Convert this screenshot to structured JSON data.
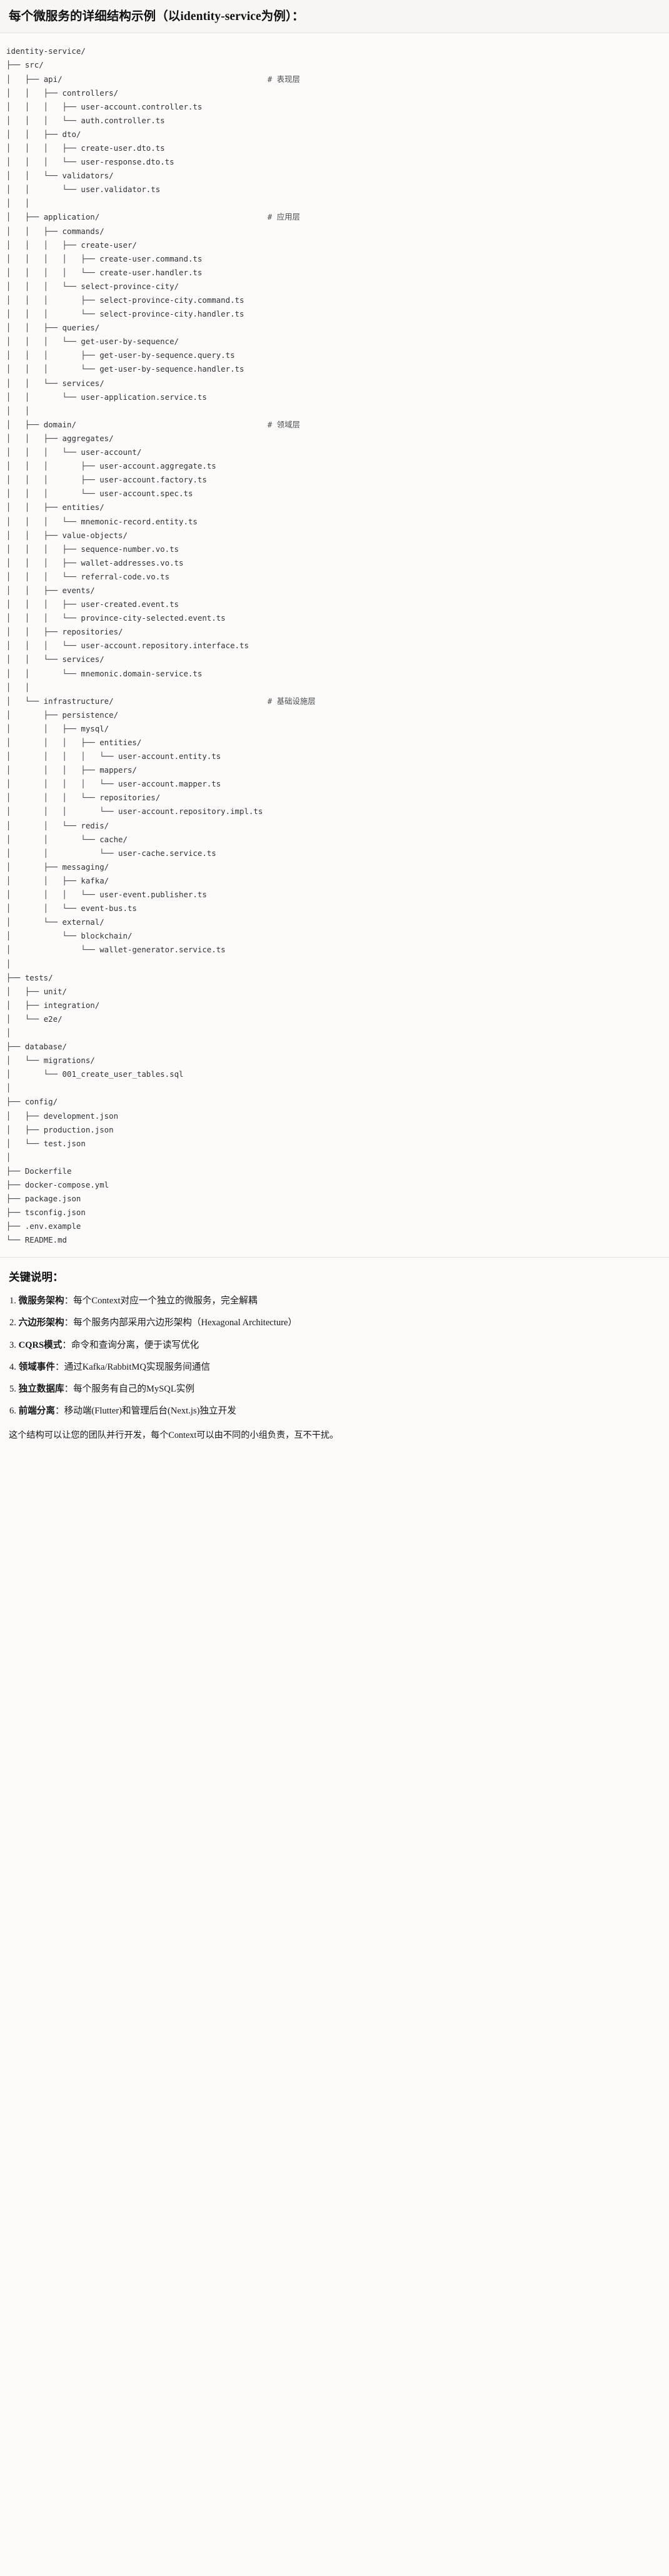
{
  "header": {
    "title": "每个微服务的详细结构示例（以identity-service为例）："
  },
  "tree": {
    "root_label": "identity-service/",
    "comment_column": 56,
    "lines": [
      {
        "prefix": "",
        "name": "identity-service/",
        "comment": ""
      },
      {
        "prefix": "├── ",
        "name": "src/",
        "comment": ""
      },
      {
        "prefix": "│   ├── ",
        "name": "api/",
        "comment": "# 表现层"
      },
      {
        "prefix": "│   │   ├── ",
        "name": "controllers/",
        "comment": ""
      },
      {
        "prefix": "│   │   │   ├── ",
        "name": "user-account.controller.ts",
        "comment": ""
      },
      {
        "prefix": "│   │   │   └── ",
        "name": "auth.controller.ts",
        "comment": ""
      },
      {
        "prefix": "│   │   ├── ",
        "name": "dto/",
        "comment": ""
      },
      {
        "prefix": "│   │   │   ├── ",
        "name": "create-user.dto.ts",
        "comment": ""
      },
      {
        "prefix": "│   │   │   └── ",
        "name": "user-response.dto.ts",
        "comment": ""
      },
      {
        "prefix": "│   │   └── ",
        "name": "validators/",
        "comment": ""
      },
      {
        "prefix": "│   │       └── ",
        "name": "user.validator.ts",
        "comment": ""
      },
      {
        "prefix": "│   │",
        "name": "",
        "comment": ""
      },
      {
        "prefix": "│   ├── ",
        "name": "application/",
        "comment": "# 应用层"
      },
      {
        "prefix": "│   │   ├── ",
        "name": "commands/",
        "comment": ""
      },
      {
        "prefix": "│   │   │   ├── ",
        "name": "create-user/",
        "comment": ""
      },
      {
        "prefix": "│   │   │   │   ├── ",
        "name": "create-user.command.ts",
        "comment": ""
      },
      {
        "prefix": "│   │   │   │   └── ",
        "name": "create-user.handler.ts",
        "comment": ""
      },
      {
        "prefix": "│   │   │   └── ",
        "name": "select-province-city/",
        "comment": ""
      },
      {
        "prefix": "│   │   │       ├── ",
        "name": "select-province-city.command.ts",
        "comment": ""
      },
      {
        "prefix": "│   │   │       └── ",
        "name": "select-province-city.handler.ts",
        "comment": ""
      },
      {
        "prefix": "│   │   ├── ",
        "name": "queries/",
        "comment": ""
      },
      {
        "prefix": "│   │   │   └── ",
        "name": "get-user-by-sequence/",
        "comment": ""
      },
      {
        "prefix": "│   │   │       ├── ",
        "name": "get-user-by-sequence.query.ts",
        "comment": ""
      },
      {
        "prefix": "│   │   │       └── ",
        "name": "get-user-by-sequence.handler.ts",
        "comment": ""
      },
      {
        "prefix": "│   │   └── ",
        "name": "services/",
        "comment": ""
      },
      {
        "prefix": "│   │       └── ",
        "name": "user-application.service.ts",
        "comment": ""
      },
      {
        "prefix": "│   │",
        "name": "",
        "comment": ""
      },
      {
        "prefix": "│   ├── ",
        "name": "domain/",
        "comment": "# 领域层"
      },
      {
        "prefix": "│   │   ├── ",
        "name": "aggregates/",
        "comment": ""
      },
      {
        "prefix": "│   │   │   └── ",
        "name": "user-account/",
        "comment": ""
      },
      {
        "prefix": "│   │   │       ├── ",
        "name": "user-account.aggregate.ts",
        "comment": ""
      },
      {
        "prefix": "│   │   │       ├── ",
        "name": "user-account.factory.ts",
        "comment": ""
      },
      {
        "prefix": "│   │   │       └── ",
        "name": "user-account.spec.ts",
        "comment": ""
      },
      {
        "prefix": "│   │   ├── ",
        "name": "entities/",
        "comment": ""
      },
      {
        "prefix": "│   │   │   └── ",
        "name": "mnemonic-record.entity.ts",
        "comment": ""
      },
      {
        "prefix": "│   │   ├── ",
        "name": "value-objects/",
        "comment": ""
      },
      {
        "prefix": "│   │   │   ├── ",
        "name": "sequence-number.vo.ts",
        "comment": ""
      },
      {
        "prefix": "│   │   │   ├── ",
        "name": "wallet-addresses.vo.ts",
        "comment": ""
      },
      {
        "prefix": "│   │   │   └── ",
        "name": "referral-code.vo.ts",
        "comment": ""
      },
      {
        "prefix": "│   │   ├── ",
        "name": "events/",
        "comment": ""
      },
      {
        "prefix": "│   │   │   ├── ",
        "name": "user-created.event.ts",
        "comment": ""
      },
      {
        "prefix": "│   │   │   └── ",
        "name": "province-city-selected.event.ts",
        "comment": ""
      },
      {
        "prefix": "│   │   ├── ",
        "name": "repositories/",
        "comment": ""
      },
      {
        "prefix": "│   │   │   └── ",
        "name": "user-account.repository.interface.ts",
        "comment": ""
      },
      {
        "prefix": "│   │   └── ",
        "name": "services/",
        "comment": ""
      },
      {
        "prefix": "│   │       └── ",
        "name": "mnemonic.domain-service.ts",
        "comment": ""
      },
      {
        "prefix": "│   │",
        "name": "",
        "comment": ""
      },
      {
        "prefix": "│   └── ",
        "name": "infrastructure/",
        "comment": "# 基础设施层"
      },
      {
        "prefix": "│       ├── ",
        "name": "persistence/",
        "comment": ""
      },
      {
        "prefix": "│       │   ├── ",
        "name": "mysql/",
        "comment": ""
      },
      {
        "prefix": "│       │   │   ├── ",
        "name": "entities/",
        "comment": ""
      },
      {
        "prefix": "│       │   │   │   └── ",
        "name": "user-account.entity.ts",
        "comment": ""
      },
      {
        "prefix": "│       │   │   ├── ",
        "name": "mappers/",
        "comment": ""
      },
      {
        "prefix": "│       │   │   │   └── ",
        "name": "user-account.mapper.ts",
        "comment": ""
      },
      {
        "prefix": "│       │   │   └── ",
        "name": "repositories/",
        "comment": ""
      },
      {
        "prefix": "│       │   │       └── ",
        "name": "user-account.repository.impl.ts",
        "comment": ""
      },
      {
        "prefix": "│       │   └── ",
        "name": "redis/",
        "comment": ""
      },
      {
        "prefix": "│       │       └── ",
        "name": "cache/",
        "comment": ""
      },
      {
        "prefix": "│       │           └── ",
        "name": "user-cache.service.ts",
        "comment": ""
      },
      {
        "prefix": "│       ├── ",
        "name": "messaging/",
        "comment": ""
      },
      {
        "prefix": "│       │   ├── ",
        "name": "kafka/",
        "comment": ""
      },
      {
        "prefix": "│       │   │   └── ",
        "name": "user-event.publisher.ts",
        "comment": ""
      },
      {
        "prefix": "│       │   └── ",
        "name": "event-bus.ts",
        "comment": ""
      },
      {
        "prefix": "│       └── ",
        "name": "external/",
        "comment": ""
      },
      {
        "prefix": "│           └── ",
        "name": "blockchain/",
        "comment": ""
      },
      {
        "prefix": "│               └── ",
        "name": "wallet-generator.service.ts",
        "comment": ""
      },
      {
        "prefix": "│",
        "name": "",
        "comment": ""
      },
      {
        "prefix": "├── ",
        "name": "tests/",
        "comment": ""
      },
      {
        "prefix": "│   ├── ",
        "name": "unit/",
        "comment": ""
      },
      {
        "prefix": "│   ├── ",
        "name": "integration/",
        "comment": ""
      },
      {
        "prefix": "│   └── ",
        "name": "e2e/",
        "comment": ""
      },
      {
        "prefix": "│",
        "name": "",
        "comment": ""
      },
      {
        "prefix": "├── ",
        "name": "database/",
        "comment": ""
      },
      {
        "prefix": "│   └── ",
        "name": "migrations/",
        "comment": ""
      },
      {
        "prefix": "│       └── ",
        "name": "001_create_user_tables.sql",
        "comment": ""
      },
      {
        "prefix": "│",
        "name": "",
        "comment": ""
      },
      {
        "prefix": "├── ",
        "name": "config/",
        "comment": ""
      },
      {
        "prefix": "│   ├── ",
        "name": "development.json",
        "comment": ""
      },
      {
        "prefix": "│   ├── ",
        "name": "production.json",
        "comment": ""
      },
      {
        "prefix": "│   └── ",
        "name": "test.json",
        "comment": ""
      },
      {
        "prefix": "│",
        "name": "",
        "comment": ""
      },
      {
        "prefix": "├── ",
        "name": "Dockerfile",
        "comment": ""
      },
      {
        "prefix": "├── ",
        "name": "docker-compose.yml",
        "comment": ""
      },
      {
        "prefix": "├── ",
        "name": "package.json",
        "comment": ""
      },
      {
        "prefix": "├── ",
        "name": "tsconfig.json",
        "comment": ""
      },
      {
        "prefix": "├── ",
        "name": ".env.example",
        "comment": ""
      },
      {
        "prefix": "└── ",
        "name": "README.md",
        "comment": ""
      }
    ]
  },
  "keys": {
    "title": "关键说明：",
    "items": [
      {
        "index": "1. ",
        "key": "微服务架构",
        "value": "：每个Context对应一个独立的微服务，完全解耦"
      },
      {
        "index": "2. ",
        "key": "六边形架构",
        "value": "：每个服务内部采用六边形架构（Hexagonal Architecture）"
      },
      {
        "index": "3. ",
        "key": "CQRS模式",
        "value": "：命令和查询分离，便于读写优化"
      },
      {
        "index": "4. ",
        "key": "领域事件",
        "value": "：通过Kafka/RabbitMQ实现服务间通信"
      },
      {
        "index": "5. ",
        "key": "独立数据库",
        "value": "：每个服务有自己的MySQL实例"
      },
      {
        "index": "6. ",
        "key": "前端分离",
        "value": "：移动端(Flutter)和管理后台(Next.js)独立开发"
      }
    ],
    "closing": "这个结构可以让您的团队并行开发，每个Context可以由不同的小组负责，互不干扰。"
  }
}
